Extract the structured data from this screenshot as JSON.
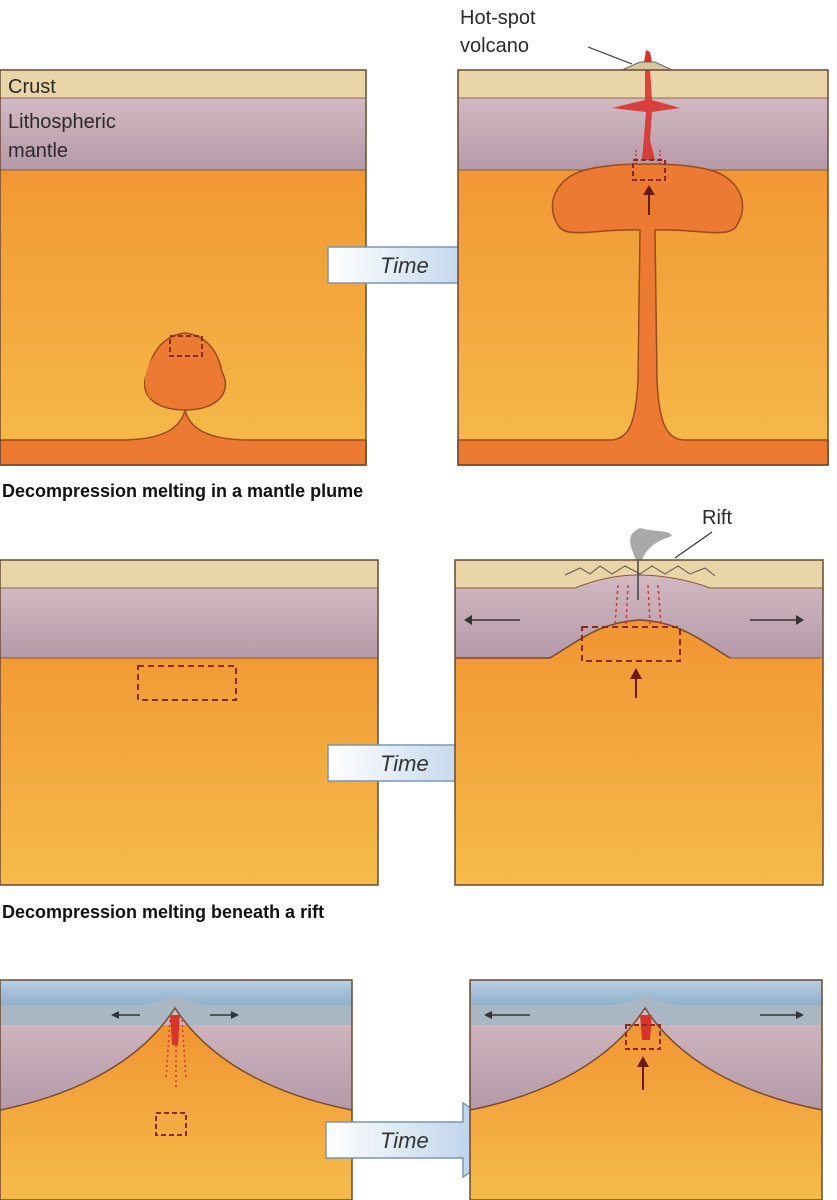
{
  "labels": {
    "crust": "Crust",
    "lithospheric_mantle_line1": "Lithospheric",
    "lithospheric_mantle_line2": "mantle",
    "hotspot_volcano_line1": "Hot-spot",
    "hotspot_volcano_line2": "volcano",
    "rift": "Rift"
  },
  "arrows": [
    "Time",
    "Time",
    "Time"
  ],
  "captions": {
    "plume": "Decompression melting in a mantle plume",
    "rift": "Decompression melting beneath a rift"
  },
  "colors": {
    "crust": "#e9d5a8",
    "lithospheric_mantle": "#c8aeb8",
    "asthenosphere": "#f2a94a",
    "plume": "#ec7a32",
    "melt": "#d8342c",
    "ocean_crust": "#9dbad3"
  }
}
